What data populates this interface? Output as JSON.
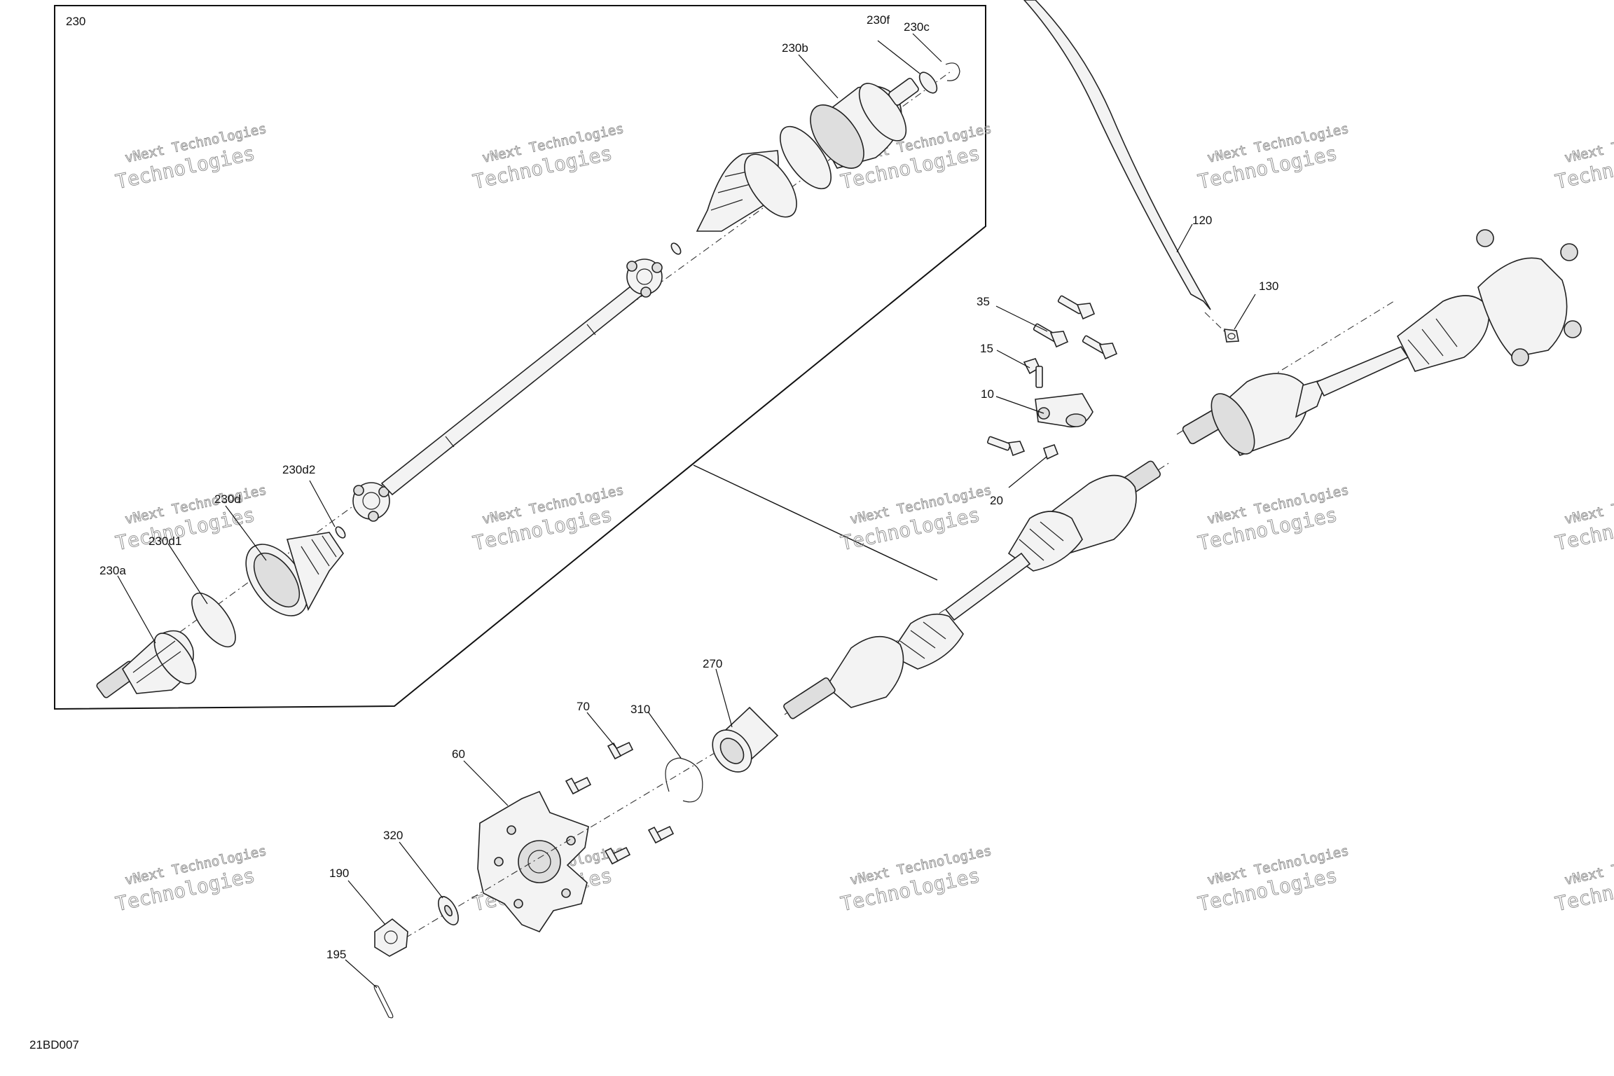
{
  "drawing_code": "21BD007",
  "watermark": {
    "line1": "vNext Technologies",
    "line2": "Technologies",
    "faint": "vNext"
  },
  "callouts": {
    "p230": "230",
    "p230a": "230a",
    "p230b": "230b",
    "p230c": "230c",
    "p230d": "230d",
    "p230d1": "230d1",
    "p230d2": "230d2",
    "p230f": "230f",
    "p10": "10",
    "p15": "15",
    "p20": "20",
    "p35": "35",
    "p60": "60",
    "p70": "70",
    "p120": "120",
    "p130": "130",
    "p190": "190",
    "p195": "195",
    "p270": "270",
    "p310": "310",
    "p320": "320"
  }
}
